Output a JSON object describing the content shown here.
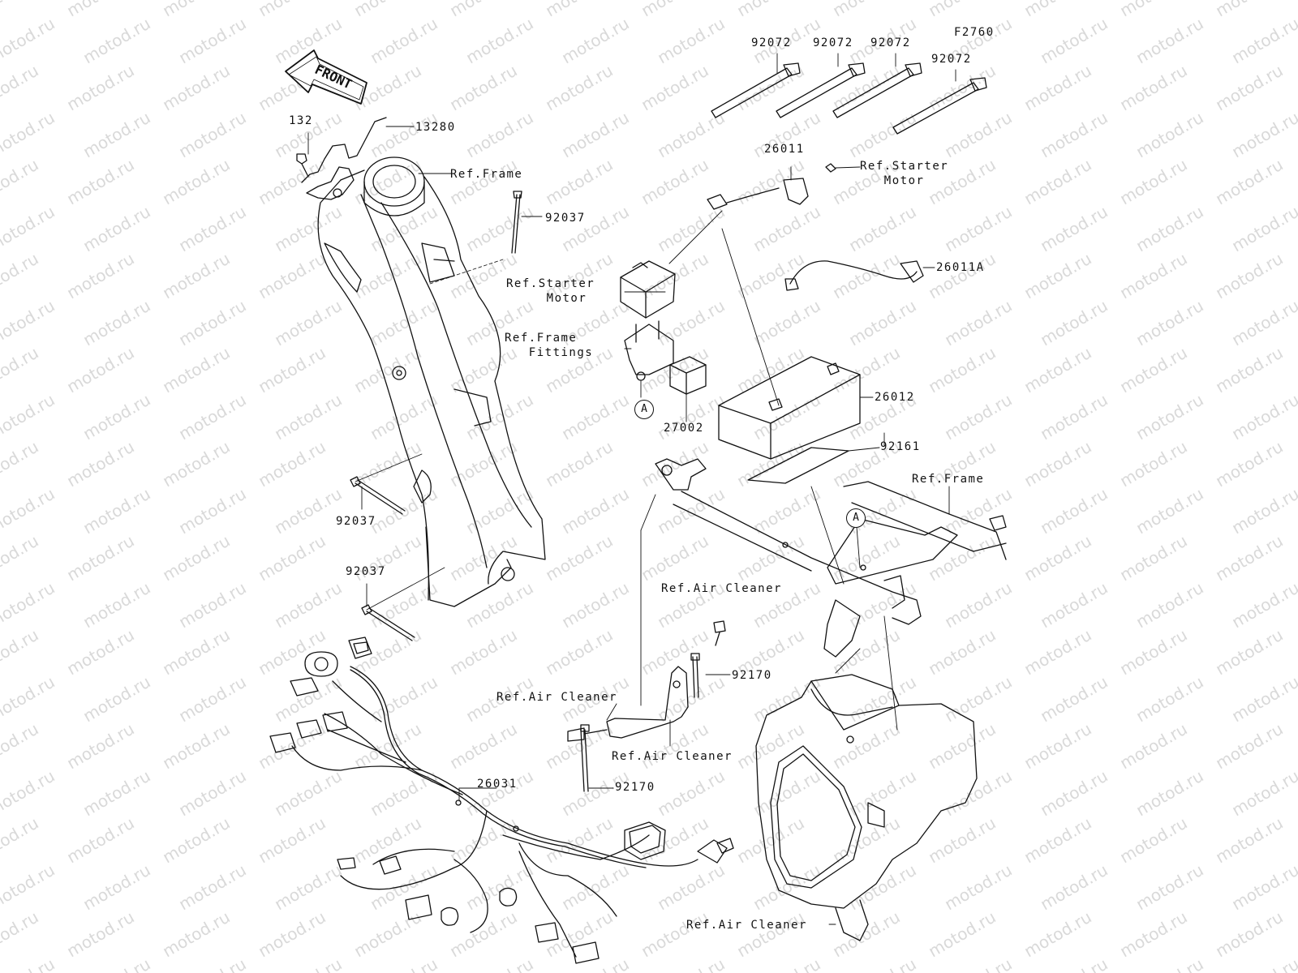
{
  "diagram_code": "F2760",
  "watermark": "motod.ru",
  "front_label": "FRONT",
  "callouts": {
    "c132": "132",
    "c13280": "13280",
    "ref_frame_top": "Ref.Frame",
    "c92037_top": "92037",
    "c92037_mid": "92037",
    "c92037_low": "92037",
    "c92072_1": "92072",
    "c92072_2": "92072",
    "c92072_3": "92072",
    "c92072_4": "92072",
    "c26011": "26011",
    "ref_starter_motor_r": "Ref.Starter\n   Motor",
    "c26011A": "26011A",
    "ref_starter_motor_l": "Ref.Starter\n     Motor",
    "ref_frame_fittings": "Ref.Frame\n   Fittings",
    "circle_a_left": "A",
    "c27002": "27002",
    "c26012": "26012",
    "c92161": "92161",
    "ref_frame_right": "Ref.Frame",
    "circle_a_right": "A",
    "ref_air_cleaner_1": "Ref.Air Cleaner",
    "c92170_upper": "92170",
    "ref_air_cleaner_2": "Ref.Air Cleaner",
    "ref_air_cleaner_3": "Ref.Air Cleaner",
    "c92170_lower": "92170",
    "c26031": "26031",
    "ref_air_cleaner_4": "Ref.Air Cleaner"
  }
}
